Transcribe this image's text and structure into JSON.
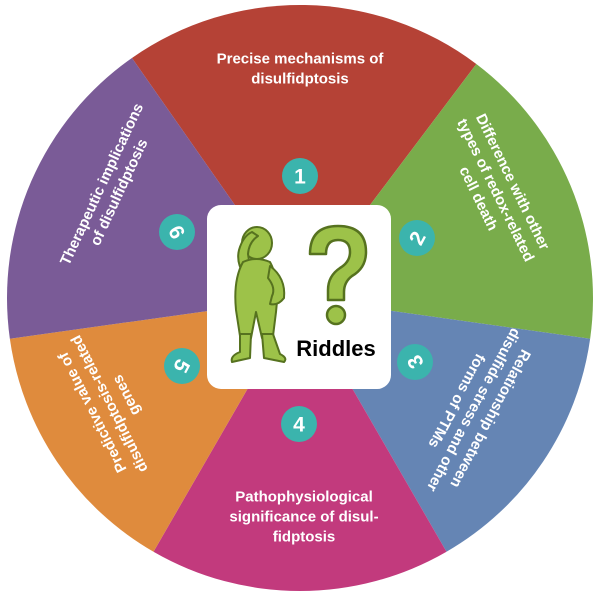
{
  "diagram": {
    "center": {
      "label": "Riddles"
    },
    "segments": [
      {
        "number": "1",
        "color": "#b54236",
        "lines": [
          "Precise mechanisms of",
          "disulfidptosis"
        ]
      },
      {
        "number": "2",
        "color": "#79ac4b",
        "lines": [
          "Difference with other",
          "types of redox-related",
          "cell death"
        ]
      },
      {
        "number": "3",
        "color": "#6585b4",
        "lines": [
          "Relationship between",
          "disulfide stress and other",
          "forms of PTMs"
        ]
      },
      {
        "number": "4",
        "color": "#c23a7d",
        "lines": [
          "Pathophysiological",
          "significance of disul-",
          "fidptosis"
        ]
      },
      {
        "number": "5",
        "color": "#df8b3d",
        "lines": [
          "Predictive value of",
          "disulfidptosis-related",
          "genes"
        ]
      },
      {
        "number": "6",
        "color": "#7a5b97",
        "lines": [
          "Therapeutic implications",
          "of disulfidptosis"
        ]
      }
    ],
    "colors": {
      "badge": "#3bb4ad",
      "person_fill": "#9dc249",
      "person_stroke": "#56721f",
      "center_bg": "#ffffff"
    },
    "icons": [
      "thinking-person-icon",
      "question-mark-icon"
    ]
  }
}
